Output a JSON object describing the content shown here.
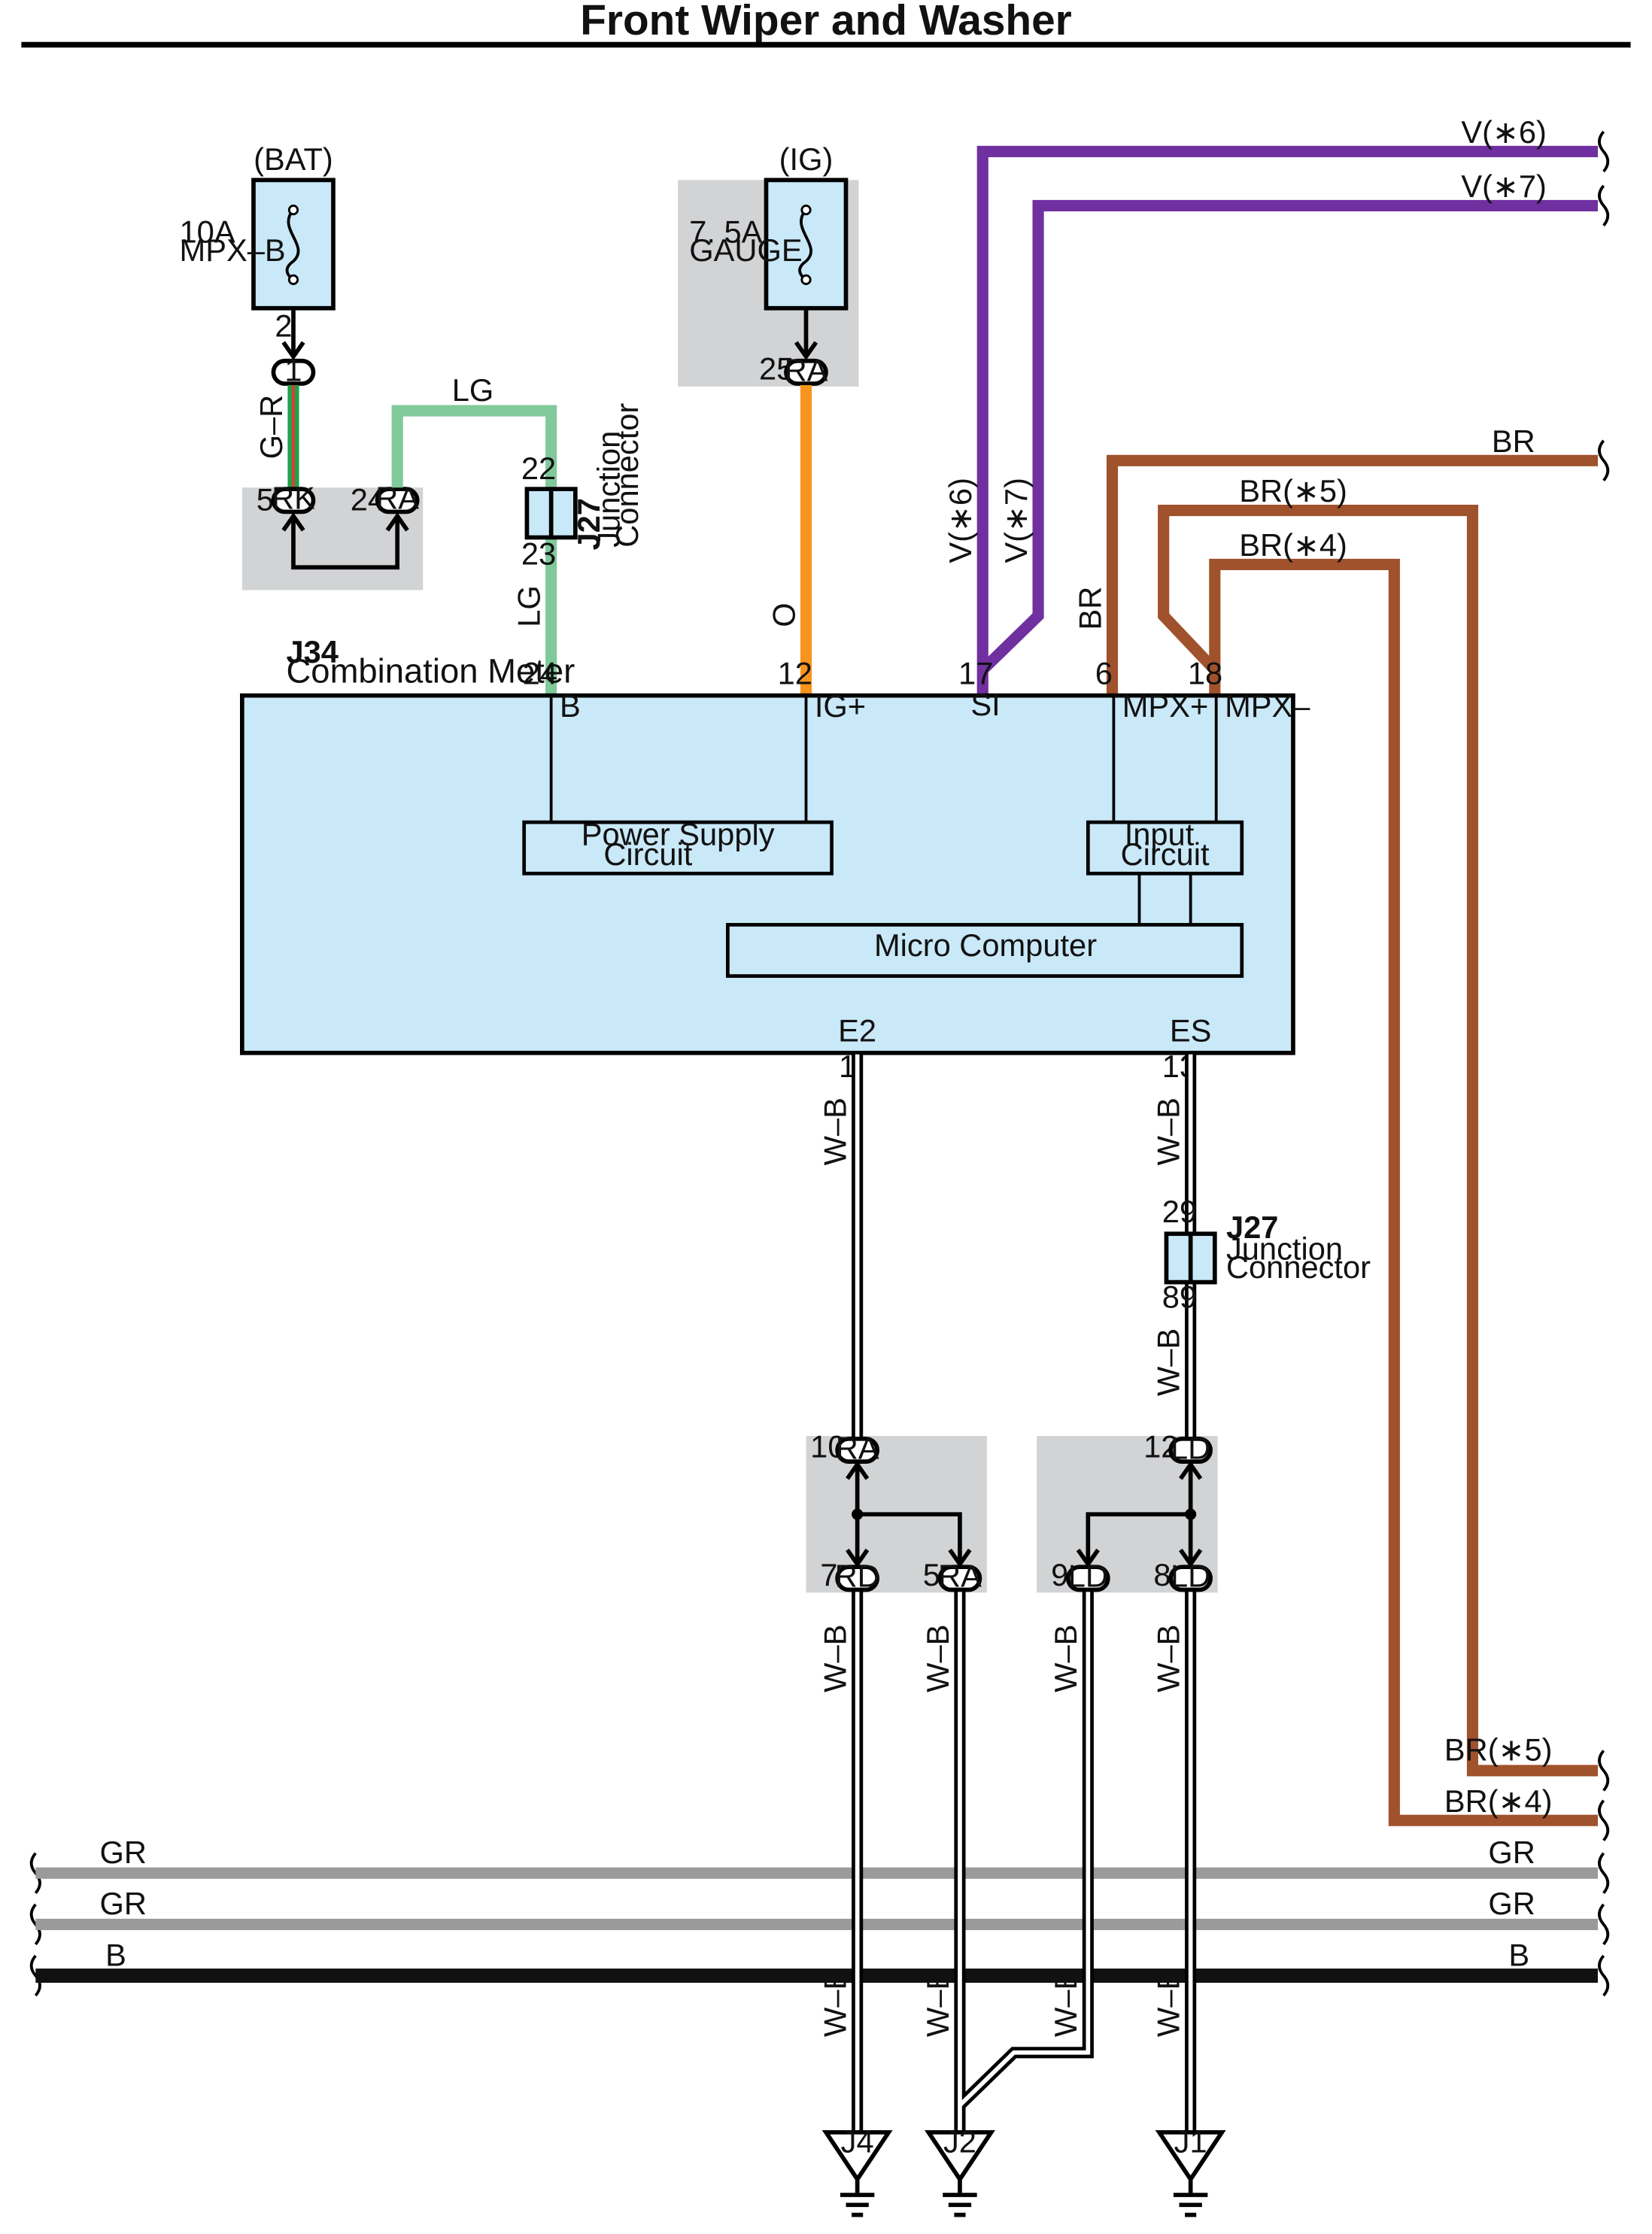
{
  "title": "Front Wiper and Washer",
  "colors": {
    "component_fill": "#c9e8f8",
    "shade": "#d2d3d5",
    "wire_purple": "#7030a0",
    "wire_brown": "#a0522d",
    "wire_orange": "#f7941d",
    "wire_lightgreen": "#80c99a",
    "wire_gray": "#9a9a9a",
    "wire_black": "#111111",
    "wire_gr_stripe_green": "#22a04b",
    "wire_gr_stripe_red": "#e03c31"
  },
  "fuse_bat": {
    "source": "(BAT)",
    "amp": "10A",
    "name": "MPX–B",
    "pin": "2",
    "connector": "1"
  },
  "fuse_ig": {
    "source": "(IG)",
    "amp": "7. 5A",
    "name": "GAUGE",
    "pin": "25",
    "connector": "RA"
  },
  "joint_rk": {
    "pin_left": "5",
    "conn_left": "RK",
    "pin_right": "24",
    "conn_right": "RA"
  },
  "j27_top": {
    "code": "J27",
    "name_line1": "Junction",
    "name_line2": "Connector",
    "pin_top": "22",
    "pin_bottom": "23"
  },
  "j27_bottom": {
    "code": "J27",
    "name_line1": "Junction",
    "name_line2": "Connector",
    "pin_top": "29",
    "pin_bottom": "89"
  },
  "wire_labels": {
    "g_r": "G–R",
    "lg": "LG",
    "o": "O",
    "v6": "V(∗6)",
    "v7": "V(∗7)",
    "br": "BR",
    "br5": "BR(∗5)",
    "br4": "BR(∗4)",
    "w_b": "W–B",
    "gr": "GR",
    "b": "B"
  },
  "meter": {
    "code": "J34",
    "name": "Combination Meter",
    "terminals": {
      "b": "B",
      "ig": "IG+",
      "si": "SI",
      "mpx_plus": "MPX+",
      "mpx_minus": "MPX–",
      "e2": "E2",
      "es": "ES"
    },
    "pins": {
      "b": "24",
      "ig": "12",
      "si": "17",
      "mpx_plus": "6",
      "mpx_minus": "18",
      "e2": "1",
      "es": "13"
    },
    "power_supply_line1": "Power Supply",
    "power_supply_line2": "Circuit",
    "input_line1": "Input",
    "input_line2": "Circuit",
    "micro": "Micro Computer"
  },
  "joint_ra": {
    "top_pin": "10",
    "top_conn": "RA",
    "left_pin": "7",
    "left_conn": "RD",
    "right_pin": "5",
    "right_conn": "RA"
  },
  "joint_ld": {
    "top_pin": "12",
    "top_conn": "LD",
    "left_pin": "9",
    "left_conn": "LD",
    "right_pin": "8",
    "right_conn": "LD"
  },
  "grounds": {
    "j4": "J4",
    "j2": "J2",
    "j1": "J1"
  }
}
